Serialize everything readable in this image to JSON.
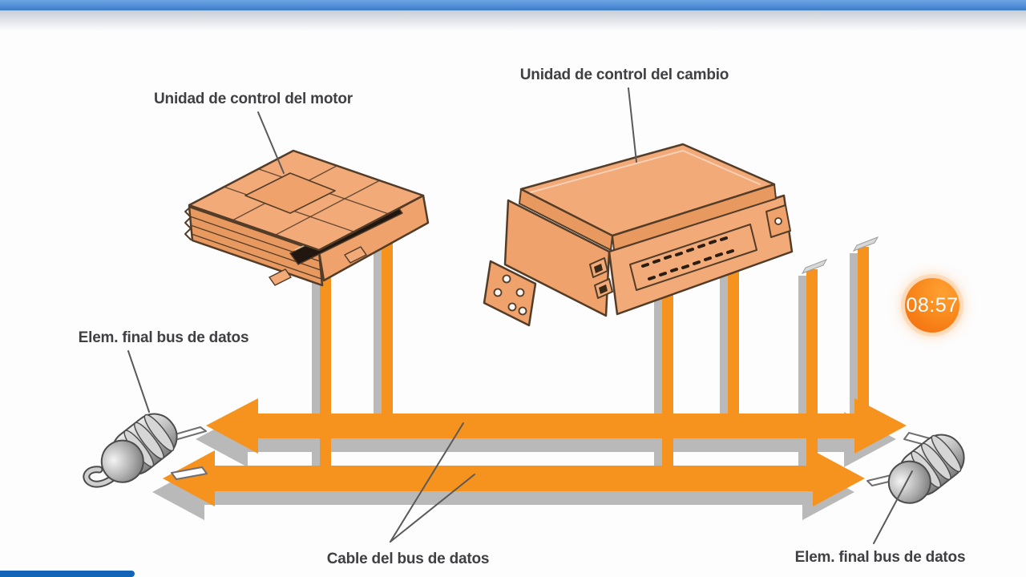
{
  "window": {
    "top_bar_color": "#4a89d3",
    "progress_bar_color": "#1164b6"
  },
  "overlay": {
    "timestamp": "08:57"
  },
  "diagram": {
    "labels": {
      "ecu_motor": "Unidad de control del motor",
      "ecu_cambio": "Unidad de control del cambio",
      "terminator_left": "Elem. final bus de datos",
      "cable": "Cable del bus de datos",
      "terminator_right": "Elem. final bus de datos"
    },
    "colors": {
      "bus_orange": "#f6921e",
      "shadow_gray": "#b9b9b9",
      "ecu_fill": "#f2aa79",
      "ecu_fill_mid": "#efa26b",
      "ecu_fill_dark": "#e8995f",
      "ecu_outline": "#533c28",
      "connector_black": "#211710",
      "label_text": "#3f3f44",
      "leader_line": "#5a5a5a",
      "badge_orange_light": "#ffa033",
      "badge_orange_deep": "#f26a0d"
    }
  }
}
